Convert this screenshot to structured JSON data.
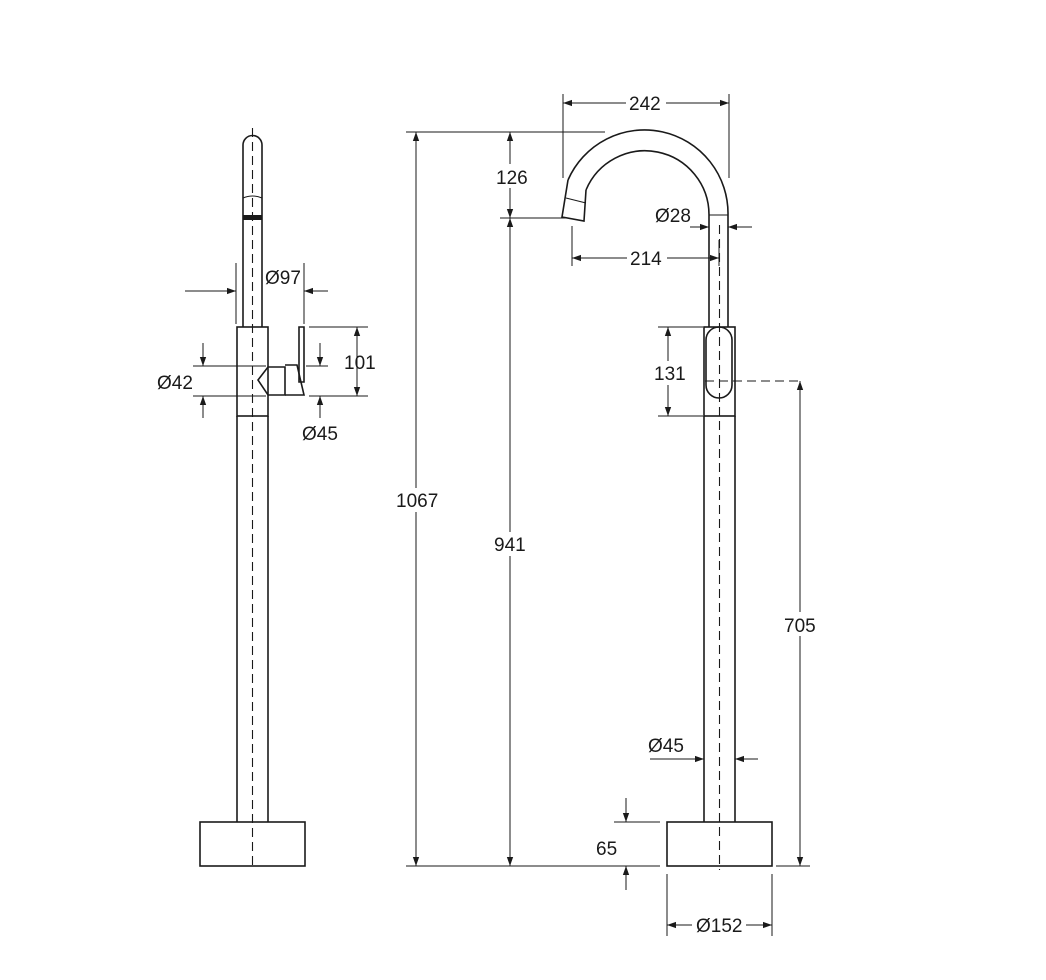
{
  "dimensions": {
    "d97": "Ø97",
    "d42": "Ø42",
    "h101": "101",
    "d45_handle": "Ø45",
    "h1067": "1067",
    "h941": "941",
    "h126": "126",
    "w242": "242",
    "d28": "Ø28",
    "w214": "214",
    "h131": "131",
    "h705": "705",
    "d45_body": "Ø45",
    "h65": "65",
    "d152": "Ø152"
  }
}
